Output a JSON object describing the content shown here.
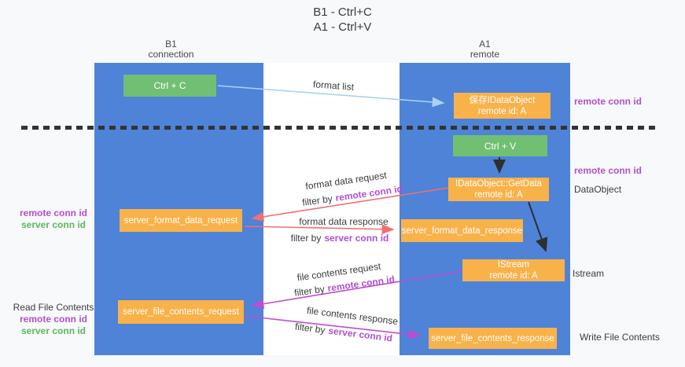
{
  "title": {
    "line1": "B1 - Ctrl+C",
    "line2": "A1 - Ctrl+V"
  },
  "columns": {
    "b1": {
      "name": "B1",
      "role": "connection"
    },
    "a1": {
      "name": "A1",
      "role": "remote"
    }
  },
  "nodes": {
    "ctrl_c": {
      "label": "Ctrl + C"
    },
    "ctrl_v": {
      "label": "Ctrl + V"
    },
    "save_dataobject": {
      "line1": "保存IDataObject",
      "line2": "remote id: A"
    },
    "getdata": {
      "line1": "IDataObject::GetData",
      "line2": "remote id: A"
    },
    "istream": {
      "line1": "IStream",
      "line2": "remote id: A"
    },
    "format_request": {
      "label": "server_format_data_request"
    },
    "format_response": {
      "label": "server_format_data_response"
    },
    "file_request": {
      "label": "server_file_contents_request"
    },
    "file_response": {
      "label": "server_file_contents_response"
    }
  },
  "edges": {
    "format_list": "format list",
    "format_data_request": "format data request",
    "format_data_response": "format data response",
    "file_contents_request": "file contents request",
    "file_contents_response": "file contents response",
    "filter_by": "filter by",
    "remote_conn_id": "remote conn id",
    "server_conn_id": "server conn id"
  },
  "side_labels": {
    "right_remote_1": "remote conn id",
    "right_remote_2": "remote conn id",
    "dataobject": "DataObject",
    "istream": "Istream",
    "write_file": "Write File Contents",
    "left_remote_1": "remote conn id",
    "left_server_1": "server conn id",
    "read_file": "Read File Contents",
    "left_remote_2": "remote conn id",
    "left_server_2": "server conn id"
  },
  "colors": {
    "column_blue": "#4e83d8",
    "box_green": "#71bf73",
    "box_orange": "#f9b24a",
    "text_purple": "#b050d0",
    "text_green": "#5cb85c",
    "arrow_salmon": "#ee7070",
    "arrow_magenta": "#bb4fd0",
    "arrow_lightblue": "#a8d2f0",
    "arrow_black": "#2f2f2f"
  }
}
